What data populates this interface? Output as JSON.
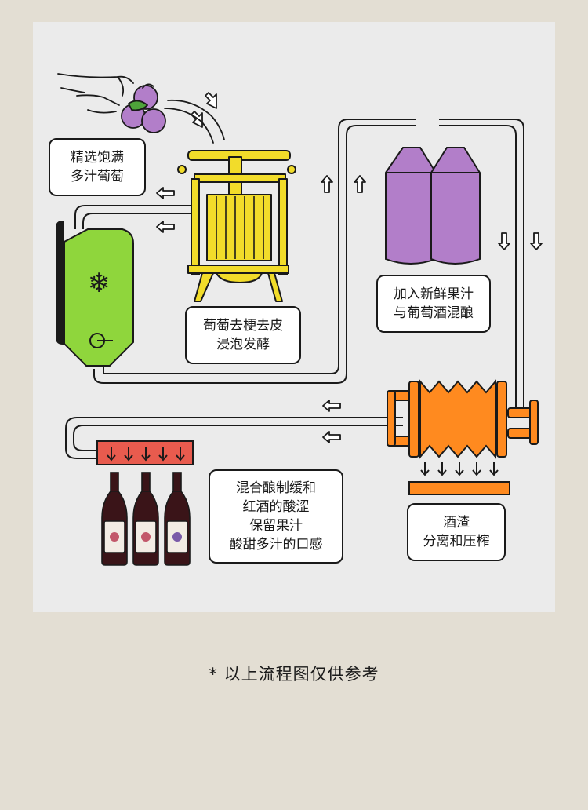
{
  "steps": {
    "select": {
      "lines": [
        "精选饱满",
        "多汁葡萄"
      ]
    },
    "press": {
      "lines": [
        "葡萄去梗去皮",
        "浸泡发酵"
      ]
    },
    "blend": {
      "lines": [
        "加入新鲜果汁",
        "与葡萄酒混酿"
      ]
    },
    "separate": {
      "lines": [
        "酒渣",
        "分离和压榨"
      ]
    },
    "finish": {
      "lines": [
        "混合酿制缓和",
        "红酒的酸涩",
        "保留果汁",
        "酸甜多汁的口感"
      ]
    }
  },
  "footnote": "* 以上流程图仅供参考",
  "icons": {
    "hand": "hand-holding-grapes-icon",
    "press": "wine-press-icon",
    "tank": "cooling-tank-icon",
    "snowflake": "snowflake-icon",
    "silos": "blending-silos-icon",
    "filter": "filter-press-icon",
    "bottling": "bottling-machine-icon",
    "bottles": "wine-bottles-icon"
  },
  "colors": {
    "background": "#e3ded3",
    "panel": "#ebebeb",
    "press": "#f2dc2a",
    "tank": "#8fd63c",
    "silos": "#b27ec9",
    "filter": "#ff8a1f",
    "bottling": "#e85b4e",
    "grapes": "#b27ec9"
  }
}
